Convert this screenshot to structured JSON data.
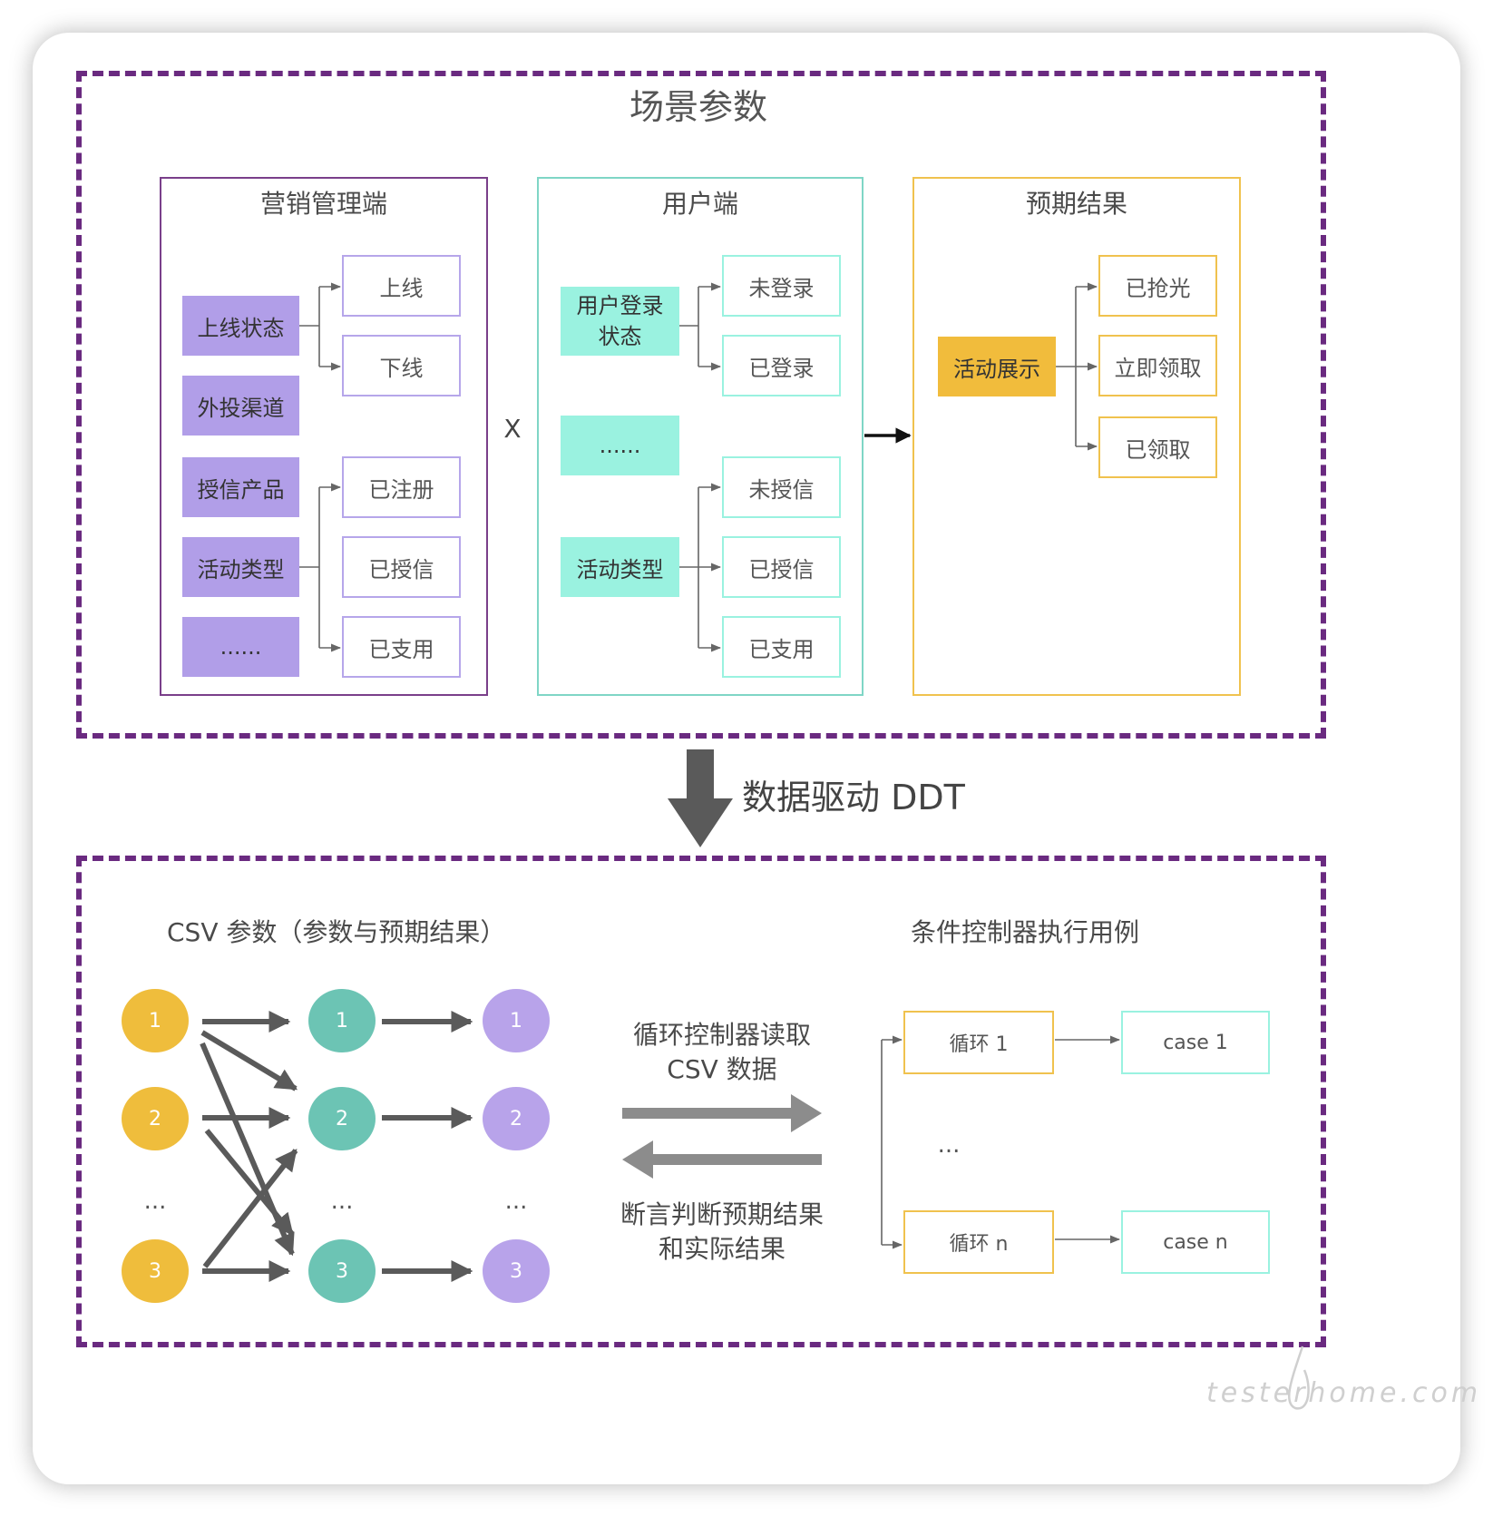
{
  "top_title": "场景参数",
  "columns": {
    "marketing": {
      "title": "营销管理端",
      "params": [
        "上线状态",
        "外投渠道",
        "授信产品",
        "活动类型",
        "......"
      ],
      "status_values": [
        "上线",
        "下线"
      ],
      "activity_values": [
        "已注册",
        "已授信",
        "已支用"
      ]
    },
    "multiply": "X",
    "user": {
      "title": "用户端",
      "login_state": "用户登录\n状态",
      "login_values": [
        "未登录",
        "已登录"
      ],
      "ellipsis": "......",
      "activity": "活动类型",
      "activity_values": [
        "未授信",
        "已授信",
        "已支用"
      ]
    },
    "expected": {
      "title": "预期结果",
      "param": "活动展示",
      "values": [
        "已抢光",
        "立即领取",
        "已领取"
      ]
    }
  },
  "ddt_label": "数据驱动 DDT",
  "bottom": {
    "csv_title": "CSV 参数（参数与预期结果）",
    "controller_title": "条件控制器执行用例",
    "circle_labels": [
      "1",
      "2",
      "...",
      "3"
    ],
    "read_label": "循环控制器读取\nCSV 数据",
    "assert_label": "断言判断预期结果\n和实际结果",
    "loops": [
      "循环 1",
      "循环 n"
    ],
    "loop_ellipsis": "...",
    "cases": [
      "case 1",
      "case n"
    ]
  },
  "colors": {
    "frame": "#6a2a80",
    "purple": "#b19ee8",
    "purple_border": "#7a3f8a",
    "purple_leaf": "#b6a6ea",
    "teal": "#9af2e0",
    "teal_border": "#7fd6c6",
    "orange": "#f1bc3c",
    "orange_border": "#f0c24e",
    "circle_yellow": "#efbd3c",
    "circle_teal": "#6cc4b4",
    "circle_purple": "#b8a3ea",
    "arrow_gray": "#5a5a5a",
    "arrow_light": "#8c8c8c"
  },
  "watermark": "testerhome.com"
}
